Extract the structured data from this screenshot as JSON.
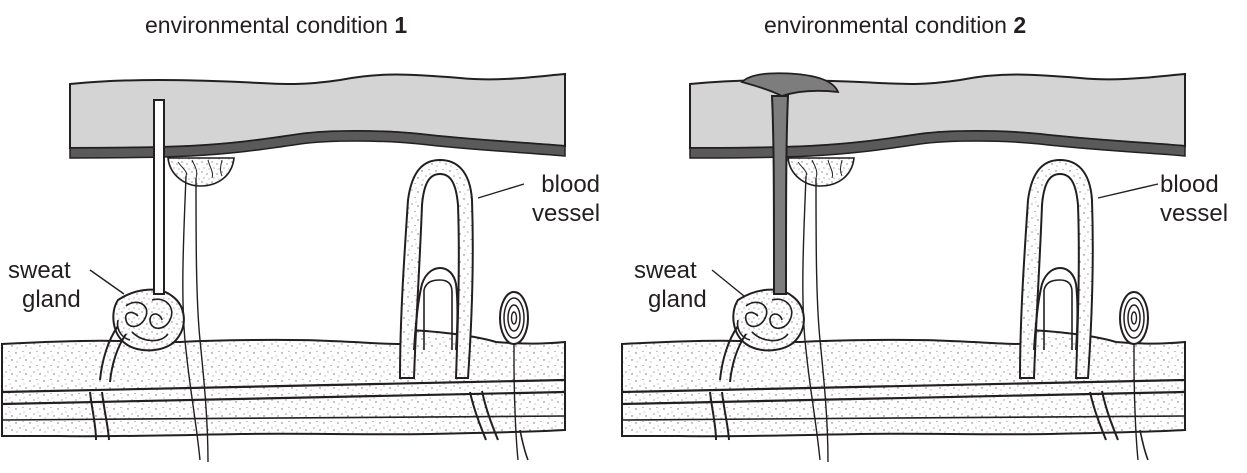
{
  "figure": {
    "panels": [
      {
        "title_prefix": "environmental condition",
        "title_number": "1",
        "labels": {
          "blood_vessel_line1": "blood",
          "blood_vessel_line2": "vessel",
          "sweat_gland_line1": "sweat",
          "sweat_gland_line2": "gland"
        }
      },
      {
        "title_prefix": "environmental condition",
        "title_number": "2",
        "labels": {
          "blood_vessel_line1": "blood",
          "blood_vessel_line2": "vessel",
          "sweat_gland_line1": "sweat",
          "sweat_gland_line2": "gland"
        }
      }
    ],
    "colors": {
      "epidermis": "#d4d4d4",
      "basal_layer": "#5a5a5a",
      "sweat_fill": "#7d7d7d",
      "outline": "#231f20",
      "dermis_fill": "#ffffff"
    }
  }
}
